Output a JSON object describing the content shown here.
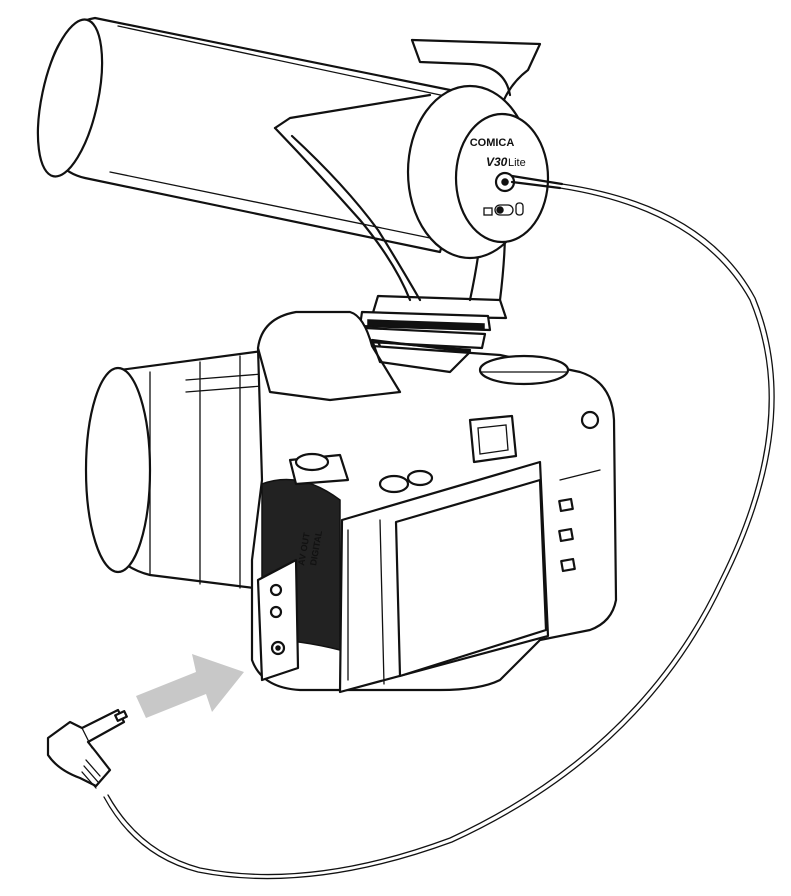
{
  "diagram": {
    "microphone": {
      "brand": "COMICA",
      "model": "V30",
      "model_suffix": "Lite"
    },
    "camera": {
      "port_labels": [
        "AV OUT",
        "DIGITAL"
      ]
    },
    "colors": {
      "line": "#111111",
      "arrow": "#c8c8c8",
      "background": "#ffffff"
    },
    "icons": [
      "microphone",
      "shock-mount",
      "camera",
      "mic-input-port",
      "plug",
      "cable",
      "arrow-right"
    ]
  }
}
